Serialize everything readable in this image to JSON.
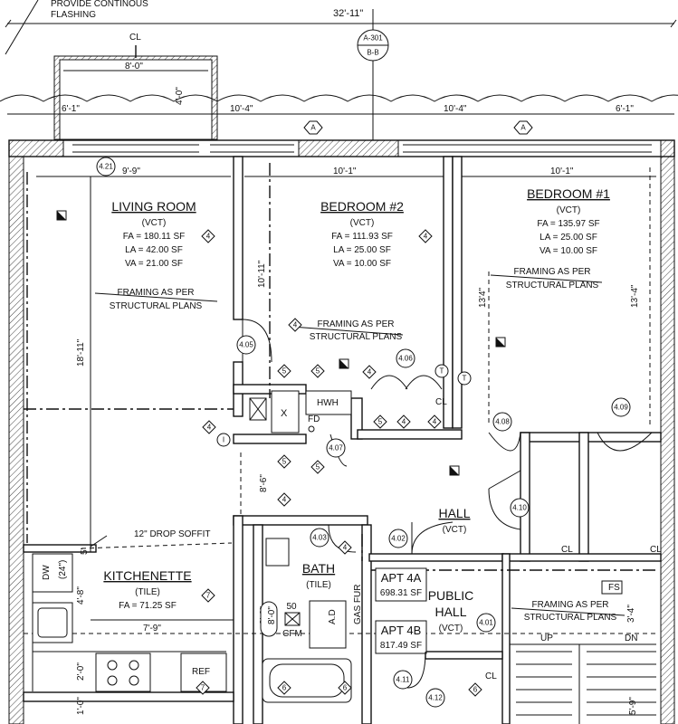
{
  "notes": {
    "flashing_line1": "PROVIDE CONTINOUS",
    "flashing_line2": "FLASHING",
    "drop_soffit": "12\" DROP SOFFIT",
    "framing_1": "FRAMING AS PER",
    "framing_2": "STRUCTURAL PLANS",
    "public_hall_label": "PUBLIC",
    "public_hall_label2": "HALL",
    "public_hall_sub": "(VCT)",
    "up": "UP",
    "dn": "DN",
    "fs": "FS",
    "cl": "CL",
    "ref": "REF",
    "dw": "DW",
    "dw_size": "(24\")",
    "hwh": "HWH",
    "fd": "FD",
    "fan_cfm": "50",
    "fan_unit": "CFM",
    "ad_label": "A.D",
    "gas_fur": "GAS FUR",
    "x_mark": "X",
    "elev_a": "A",
    "elev_t": "T",
    "elev_i": "I"
  },
  "section_tag": {
    "top": "A-301",
    "bottom": "B-B"
  },
  "rooms": {
    "living": {
      "name": "LIVING ROOM",
      "finish": "(VCT)",
      "fa": "FA = 180.11 SF",
      "la": "LA = 42.00 SF",
      "va": "VA = 21.00 SF"
    },
    "bed2": {
      "name": "BEDROOM #2",
      "finish": "(VCT)",
      "fa": "FA = 111.93 SF",
      "la": "LA = 25.00 SF",
      "va": "VA = 10.00 SF"
    },
    "bed1": {
      "name": "BEDROOM #1",
      "finish": "(VCT)",
      "fa": "FA = 135.97 SF",
      "la": "LA = 25.00 SF",
      "va": "VA = 10.00 SF"
    },
    "kitchen": {
      "name": "KITCHENETTE",
      "finish": "(TILE)",
      "fa": "FA = 71.25 SF"
    },
    "bath": {
      "name": "BATH",
      "finish": "(TILE)"
    },
    "hall": {
      "name": "HALL",
      "finish": "(VCT)"
    }
  },
  "apartments": {
    "a4a": {
      "name": "APT 4A",
      "area": "698.31 SF"
    },
    "a4b": {
      "name": "APT 4B",
      "area": "817.49 SF"
    }
  },
  "dimensions": {
    "overall": "32'-11\"",
    "balcony_w": "8'-0\"",
    "balcony_d": "4'-0\"",
    "d_6_1_left": "6'-1\"",
    "d_10_4_a": "10'-4\"",
    "d_10_4_b": "10'-4\"",
    "d_6_1_right": "6'-1\"",
    "living_w": "9'-9\"",
    "bed2_w": "10'-1\"",
    "bed1_w": "10'-1\"",
    "living_h": "18'-11\"",
    "bed2_h": "10'-11\"",
    "bed1_h_a": "13'4\"",
    "bed1_h_b": "13'-4\"",
    "kitchen_w": "7'-9\"",
    "kitchen_h": "4'-8\"",
    "k_20": "2'-0\"",
    "k_10": "1'-0\"",
    "k_5": "5'",
    "hall_86": "8'-6\"",
    "bath_80": "8'-0\"",
    "stair_34": "3'-4\"",
    "stair_59": "5'-9\""
  },
  "door_tags": [
    "4.21",
    "4.05",
    "4.06",
    "4.07",
    "4.08",
    "4.09",
    "4.10",
    "4.03",
    "4.02",
    "4.01",
    "4.11",
    "4.12"
  ],
  "wall_tags": {
    "four": "4",
    "five": "5",
    "six": "6",
    "seven": "7"
  }
}
